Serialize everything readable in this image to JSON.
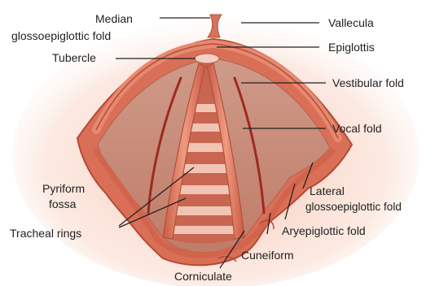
{
  "labels": {
    "median_line1": "Median",
    "median_line2": "glossoepiglottic fold",
    "tubercle": "Tubercle",
    "vallecula": "Vallecula",
    "epiglottis": "Epiglottis",
    "vestibular_fold": "Vestibular fold",
    "vocal_fold": "Vocal fold",
    "pyriform_line1": "Pyriform",
    "pyriform_line2": "fossa",
    "tracheal_rings": "Tracheal rings",
    "lateral_line1": "Lateral",
    "lateral_line2": "glossoepiglottic fold",
    "aryepiglottic_fold": "Aryepiglottic fold",
    "cuneiform": "Cuneiform",
    "corniculate": "Corniculate"
  },
  "colors": {
    "glow": "#f6c2ae",
    "tissue_outer": "#d66a53",
    "tissue_edge": "#b94c37",
    "tissue_inner": "#c98e7c",
    "fold": "#e07b62",
    "fold_highlight": "#f1a893",
    "vestibular": "#9e2a1d",
    "ring": "#f0c0af",
    "ring_gap": "#cf6b57",
    "leader": "#222222"
  }
}
